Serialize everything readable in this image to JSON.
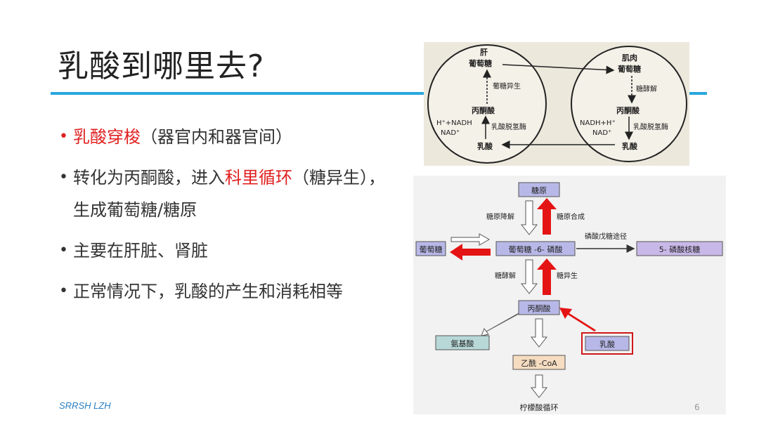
{
  "title": "乳酸到哪里去?",
  "bullets": [
    {
      "highlight": "乳酸穿梭",
      "text": "（器官内和器官间）"
    },
    {
      "pre": "转化为丙酮酸，进入",
      "highlight": "科里循环",
      "post": "（糖异生），生成葡萄糖/糖原"
    },
    {
      "text": "主要在肝脏、肾脏"
    },
    {
      "text": "正常情况下，乳酸的产生和消耗相等"
    }
  ],
  "footer": "SRRSH LZH",
  "page_number": "6",
  "cori_figure": {
    "liver": "肝",
    "muscle": "肌肉",
    "glucose": "葡萄糖",
    "gluconeogenesis": "葡糖异生",
    "glycolysis": "糖酵解",
    "pyruvate": "丙酮酸",
    "nadh_left": "H⁺+NADH",
    "nad_left": "NAD⁺",
    "nadh_right": "NADH+H⁺",
    "nad_right": "NAD⁺",
    "ldh": "乳酸脱氢酶",
    "lactate": "乳酸"
  },
  "pathway_figure": {
    "glycogen": "糖原",
    "glycogenolysis": "糖原降解",
    "glycogenesis": "糖原合成",
    "glucose": "葡萄糖",
    "g6p": "葡萄糖 -6- 磷酸",
    "ppp": "磷酸戊糖途径",
    "r5p": "5- 磷酸核糖",
    "glycolysis": "糖酵解",
    "gluconeogenesis": "糖异生",
    "pyruvate": "丙酮酸",
    "amino_acid": "氨基酸",
    "lactate": "乳酸",
    "acetyl_coa": "乙酰 -CoA",
    "tca": "柠檬酸循环"
  },
  "colors": {
    "accent_blue": "#29a7de",
    "highlight_red": "#e02020",
    "box_fill": "#b8b8e8"
  }
}
